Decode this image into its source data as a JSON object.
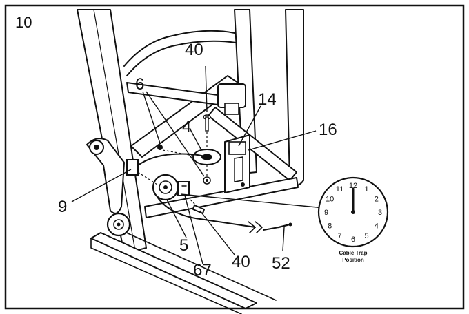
{
  "step": "10",
  "callouts": {
    "c40_top": "40",
    "c6": "6",
    "c4": "4",
    "c14": "14",
    "c16": "16",
    "c9": "9",
    "c5": "5",
    "c67": "67",
    "c40_bottom": "40",
    "c52": "52"
  },
  "clock": {
    "numbers": [
      "12",
      "1",
      "2",
      "3",
      "4",
      "5",
      "6",
      "7",
      "8",
      "9",
      "10",
      "11"
    ],
    "hour_hand_at": 12,
    "caption_line1": "Cable Trap",
    "caption_line2": "Position"
  }
}
